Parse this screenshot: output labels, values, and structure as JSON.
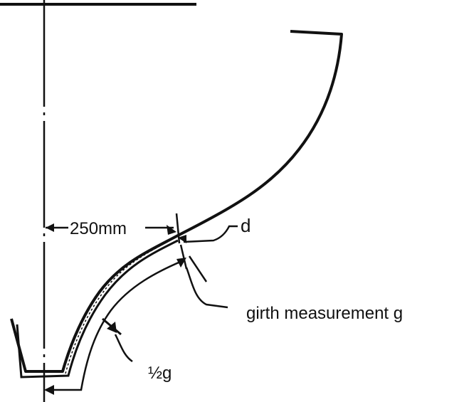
{
  "labels": {
    "dimension": "250mm",
    "thickness": "d",
    "girth": "girth measurement g",
    "half_girth": "½g"
  },
  "colors": {
    "ink": "#111111",
    "background": "#ffffff"
  }
}
